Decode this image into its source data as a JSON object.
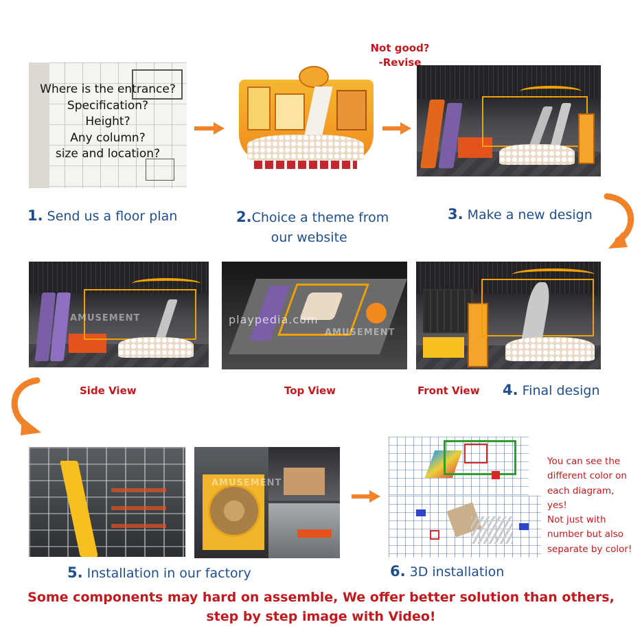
{
  "step1": {
    "questions": [
      "Where is the entrance?",
      "Specification?",
      "Height?",
      "Any column?",
      "size and location?"
    ],
    "num": "1.",
    "label": "Send us a floor plan"
  },
  "step2": {
    "num": "2.",
    "label_line1": "Choice a theme from",
    "label_line2": "our website"
  },
  "revise": {
    "line1": "Not good?",
    "line2": "-Revise"
  },
  "step3": {
    "num": "3.",
    "label": "Make a new design"
  },
  "views": {
    "side": "Side View",
    "top": "Top View",
    "front": "Front View"
  },
  "watermark": {
    "line1": "playpedia.com",
    "line2": "AMUSEMENT"
  },
  "step4": {
    "num": "4.",
    "label": "Final design"
  },
  "step5": {
    "num": "5.",
    "label": "Installation in our factory"
  },
  "step6": {
    "num": "6.",
    "label": "3D installation"
  },
  "note": {
    "lines": [
      "You can see the",
      "different color on",
      "each diagram,",
      "yes!",
      "Not just with",
      "number but also",
      "separate by color!"
    ]
  },
  "bottom": {
    "line1": "Some components may hard on assemble, We offer better solution than others,",
    "line2": "step by step image with Video!"
  },
  "colors": {
    "accent_orange": "#f0822a",
    "caption_blue": "#1f4e8c",
    "text_red": "#c0191e"
  },
  "icons": [
    "arrow-right-icon",
    "curved-arrow-down-icon"
  ]
}
